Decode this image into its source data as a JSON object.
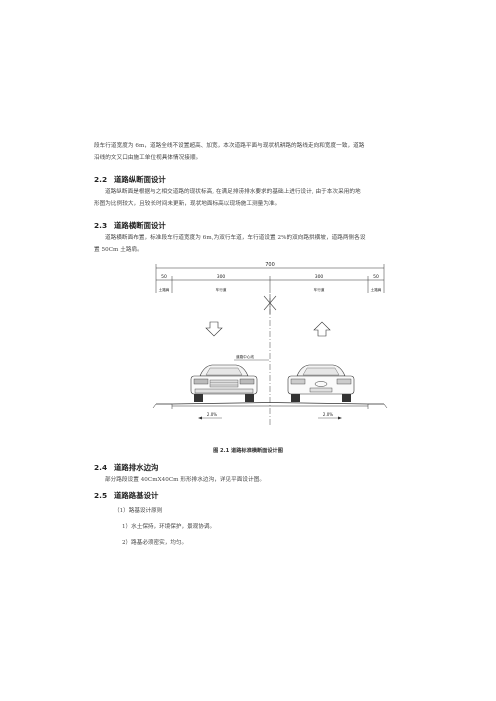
{
  "intro": {
    "line1": "段车行道宽度为 6m，道路全线不设置超高、加宽，本次道路平面与现状机耕路的路线走向和宽度一致，道路",
    "line2": "沿线的文又口由施工单位视具体情况接顺。"
  },
  "section_2_2": {
    "number": "2.2",
    "title": "道路纵断面设计",
    "line1": "道路纵断面是根据与之相交道路的现状标高, 在满足排涝排水要求的基础上进行设计, 由于本次采用的地",
    "line2": "形图为比例较大，且较长时间未更新，现状地面标高以现场施工测量为准。"
  },
  "section_2_3": {
    "number": "2.3",
    "title": "道路横断面设计",
    "line1": "道路横断面布置，标准段车行道宽度为 6m,为双行车道，车行道设置 2%的双向路拱横坡，道路两侧各设",
    "line2": "置 50Cm 土路肩。"
  },
  "figure": {
    "total_width": "700",
    "seg_left_shoulder": "50",
    "seg_left_lane": "300",
    "seg_right_lane": "300",
    "seg_right_shoulder": "50",
    "label_left_shoulder": "土路肩",
    "label_left_lane": "车行道",
    "label_right_lane": "车行道",
    "label_right_shoulder": "土路肩",
    "center_line_label": "道路中心线",
    "slope_left": "2.0%",
    "slope_right": "2.0%",
    "caption": "图 2.1  道路标准横断面设计图"
  },
  "section_2_4": {
    "number": "2.4",
    "title": "道路排水边沟",
    "line1": "部分路段设置 40CmX40Cm 形形排水边沟，详见平面设计图。"
  },
  "section_2_5": {
    "number": "2.5",
    "title": "道路路基设计",
    "item0": "（1）路基设计原则",
    "item1": "1）水土保持，环境保护，景观协调。",
    "item2": "2）路基必须密实，均匀。"
  }
}
